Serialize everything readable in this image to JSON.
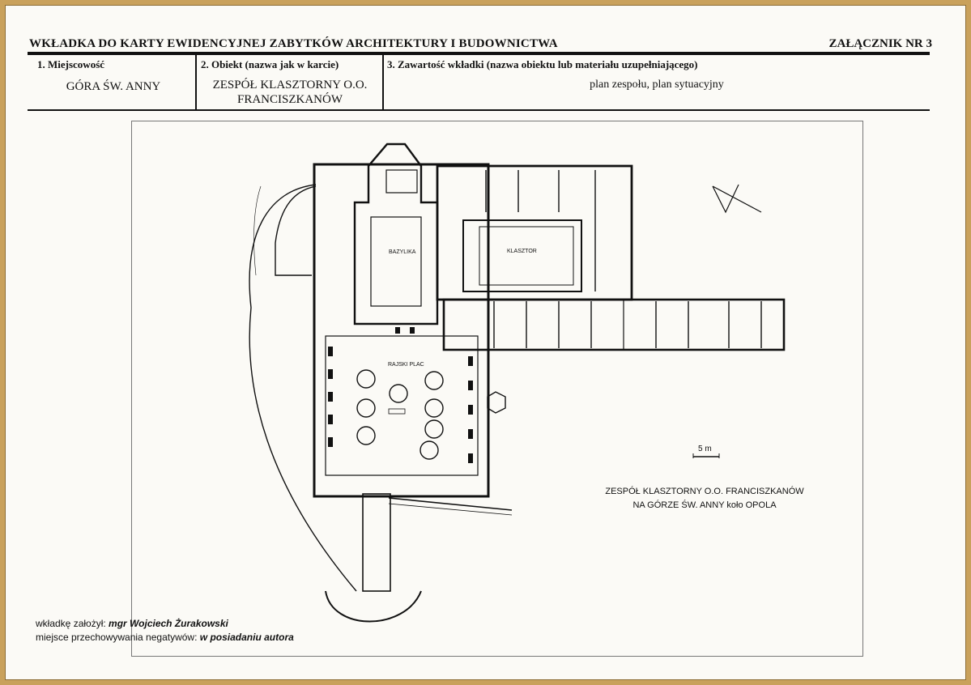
{
  "header": {
    "title": "WKŁADKA DO KARTY EWIDENCYJNEJ ZABYTKÓW ARCHITEKTURY I BUDOWNICTWA",
    "annex": "ZAŁĄCZNIK NR 3"
  },
  "fields": {
    "place_label": "1. Miejscowość",
    "place_value": "GÓRA ŚW. ANNY",
    "object_label": "2. Obiekt (nazwa jak w karcie)",
    "object_value_line1": "ZESPÓŁ KLASZTORNY O.O.",
    "object_value_line2": "FRANCISZKANÓW",
    "content_label": "3. Zawartość wkładki (nazwa obiektu lub materiału uzupełniającego)",
    "content_value": "plan zespołu, plan sytuacyjny"
  },
  "plan": {
    "label_basilica": "BAZYLIKA",
    "label_monastery": "KLASZTOR",
    "label_square": "RAJSKI PLAC",
    "scale_label": "5 m",
    "caption_line1": "ZESPÓŁ KLASZTORNY O.O. FRANCISZKANÓW",
    "caption_line2": "NA GÓRZE ŚW. ANNY koło OPOLA"
  },
  "footer": {
    "author_label": "wkładkę założył:",
    "author_name": "mgr Wojciech Żurakowski",
    "storage_label": "miejsce przechowywania negatywów:",
    "storage_value": "w posiadaniu autora"
  }
}
